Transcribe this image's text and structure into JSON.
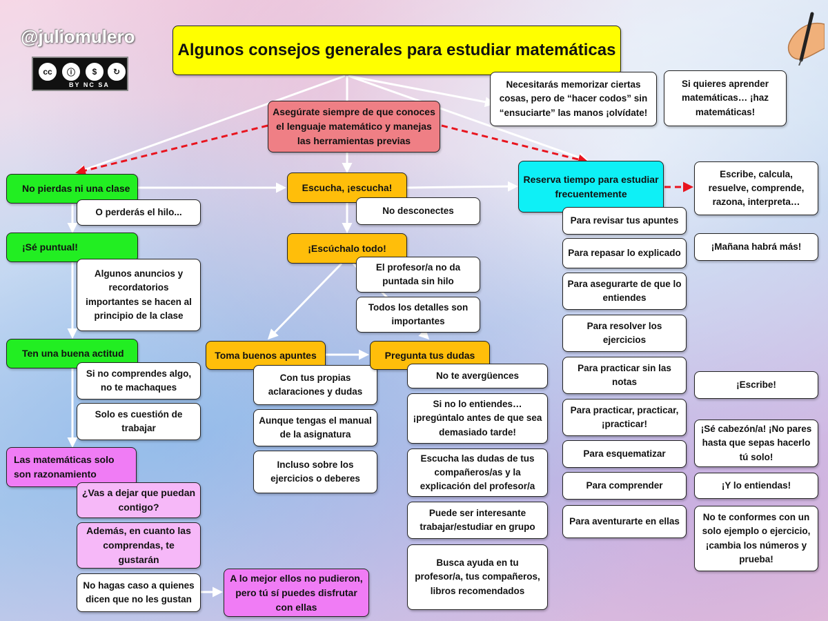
{
  "header": {
    "handle": "@juliomulero",
    "license_badge": "BY NC SA",
    "license_icons": [
      "cc-icon",
      "by-icon",
      "nc-icon",
      "sa-icon"
    ]
  },
  "title": "Algunos consejos generales para estudiar matemáticas",
  "nodes": {
    "n_center": "Asegúrate siempre de que conoces el lenguaje matemático y manejas las herramientas previas",
    "n_memorize": "Necesitarás memorizar ciertas cosas, pero de “hacer codos” sin “ensuciarte” las manos ¡olvídate!",
    "n_doit": "Si quieres aprender matemáticas… ¡haz matemáticas!",
    "n_clase": "No pierdas ni una clase",
    "n_hilo": "O perderás el hilo...",
    "n_puntual": "¡Sé puntual!",
    "n_anuncios": "Algunos anuncios y recordatorios importantes se hacen al principio de la clase",
    "n_actitud": "Ten una buena actitud",
    "n_machaques": "Si no comprendes algo, no te machaques",
    "n_trabajar": "Solo es cuestión de trabajar",
    "n_razon": "Las matemáticas solo son razonamiento",
    "n_contigo": "¿Vas a dejar que puedan contigo?",
    "n_gustaran": "Además, en cuanto las comprendas, te gustarán",
    "n_caso": "No hagas caso a quienes dicen que no les gustan",
    "n_disfrutar": "A lo mejor ellos no pudieron, pero tú sí puedes disfrutar con ellas",
    "n_escucha": "Escucha, ¡escucha!",
    "n_desconectes": "No desconectes",
    "n_todo": "¡Escúchalo todo!",
    "n_puntada": "El profesor/a no da puntada sin hilo",
    "n_detalles": "Todos los detalles son importantes",
    "n_apuntes": "Toma buenos apuntes",
    "n_propias": "Con tus propias aclaraciones y dudas",
    "n_manual": "Aunque tengas el manual de la asignatura",
    "n_ejercicios": "Incluso sobre los ejercicios o deberes",
    "n_dudas": "Pregunta tus dudas",
    "n_averguences": "No te avergüences",
    "n_tarde": "Si no lo entiendes… ¡pregúntalo antes de que sea demasiado tarde!",
    "n_companeros": "Escucha las dudas de tus compañeros/as y la explicación del profesor/a",
    "n_grupo": "Puede ser interesante trabajar/estudiar en grupo",
    "n_ayuda": "Busca ayuda en tu profesor/a, tus compañeros, libros recomendados",
    "n_reserva": "Reserva tiempo para estudiar frecuentemente",
    "n_escribe_calc": "Escribe, calcula, resuelve, comprende, razona, interpreta…",
    "n_revisar": "Para revisar tus apuntes",
    "n_repasar": "Para repasar lo explicado",
    "n_asegurarte": "Para asegurarte de que lo entiendes",
    "n_resolver": "Para resolver los ejercicios",
    "n_sin_notas": "Para practicar sin las notas",
    "n_practicar": "Para practicar, practicar, ¡practicar!",
    "n_esquematizar": "Para esquematizar",
    "n_comprender": "Para comprender",
    "n_aventurarte": "Para aventurarte en ellas",
    "n_manana": "¡Mañana habrá más!",
    "n_escribe": "¡Escribe!",
    "n_cabezon": "¡Sé cabezón/a! ¡No pares hasta que sepas hacerlo tú solo!",
    "n_entiendas": "¡Y lo entiendas!",
    "n_conformes": "No te conformes con un solo ejemplo o ejercicio, ¡cambia los números y prueba!"
  },
  "colors": {
    "title": "#ffff00",
    "center": "#ef7f85",
    "green": "#22ee22",
    "orange": "#ffbe0a",
    "cyan": "#0ef0f6",
    "magenta": "#f07cf5",
    "lilac": "#f6b8f8",
    "white": "#ffffff",
    "dashed_arrow": "#e8141e",
    "solid_arrow": "#ffffff"
  }
}
